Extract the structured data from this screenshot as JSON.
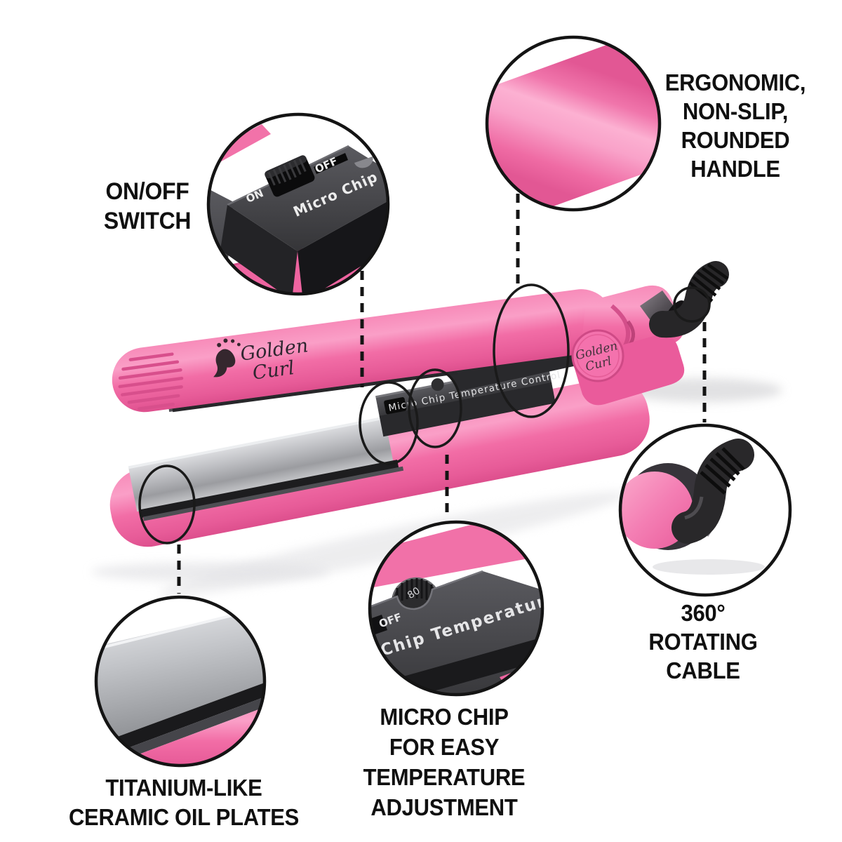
{
  "labels": {
    "on_off": {
      "lines": [
        "ON/OFF",
        "SWITCH"
      ]
    },
    "ergonomic": {
      "lines": [
        "ERGONOMIC,",
        "NON-SLIP,",
        "ROUNDED",
        "HANDLE"
      ]
    },
    "rotating_cable": {
      "lines": [
        "360°",
        "ROTATING",
        "CABLE"
      ]
    },
    "titanium": {
      "lines": [
        "TITANIUM-LIKE",
        "CERAMIC OIL PLATES"
      ]
    },
    "micro_chip": {
      "lines": [
        "MICRO CHIP",
        "FOR EASY",
        "TEMPERATURE",
        "ADJUSTMENT"
      ]
    }
  },
  "product": {
    "brand_word1": "Golden",
    "brand_word2": "Curl",
    "badge_word1": "Golden",
    "badge_word2": "Curl",
    "panel_text": "Micro Chip Temperature Control",
    "switch_on": "ON",
    "switch_off": "OFF",
    "switch_caption": "Micro Chip",
    "zoom_off_label": "OFF",
    "zoom_panel_text": "ro Chip Temperatur",
    "dial_number": "80"
  },
  "colors": {
    "pink": "#f26da6",
    "pink_light": "#fcaacd",
    "pink_dark": "#d94f8c",
    "panel_gray": "#454549",
    "plate_silver": "#b9bcc0",
    "cable_black": "#29282a",
    "outline_black": "#141414",
    "text_black": "#101010",
    "background": "#ffffff"
  }
}
